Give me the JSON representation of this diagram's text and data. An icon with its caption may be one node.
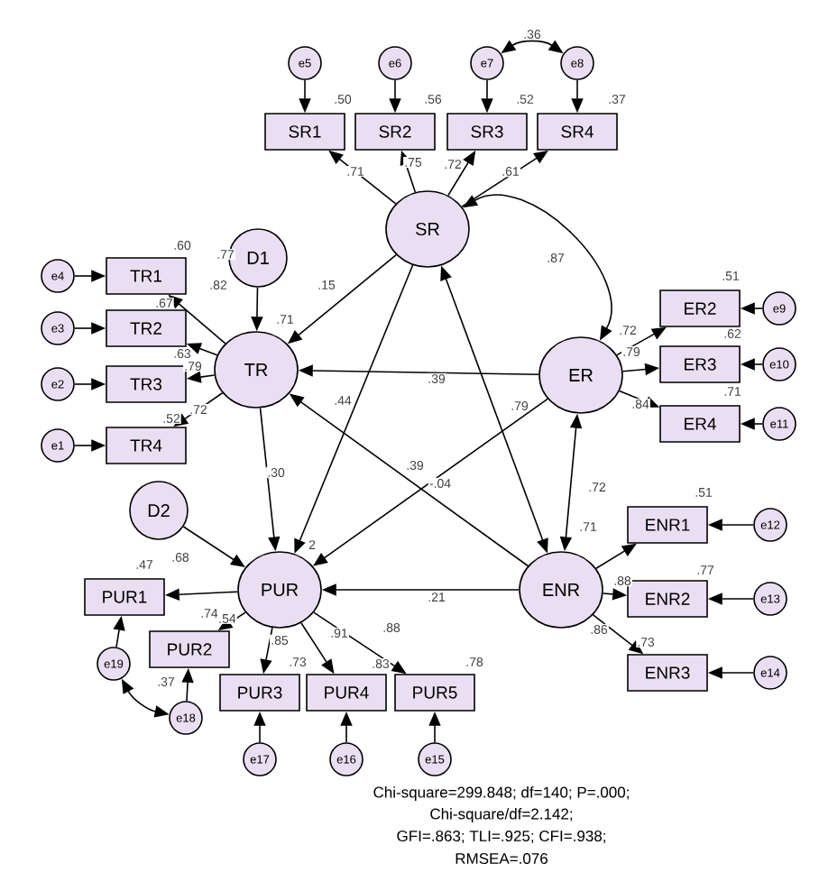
{
  "diagram": {
    "nodes": [
      {
        "text": [
          "e5"
        ]
      },
      {
        "text": [
          "e6"
        ]
      },
      {
        "text": [
          "e7"
        ]
      },
      {
        "text": [
          "e8"
        ]
      },
      {
        "text": [
          "SR1"
        ],
        "beside": [
          ".50"
        ]
      },
      {
        "text": [
          "SR2"
        ],
        "beside": [
          ".56"
        ]
      },
      {
        "text": [
          "SR3"
        ],
        "beside": [
          ".52"
        ]
      },
      {
        "text": [
          "SR4"
        ],
        "beside": [
          ".37"
        ]
      },
      {
        "text": [
          "SR"
        ]
      },
      {
        "text": [
          "D1"
        ]
      },
      {
        "text": [
          "TR1"
        ],
        "beside": [
          ".60"
        ]
      },
      {
        "text": [
          "e4"
        ]
      },
      {
        "text": [
          "TR2"
        ],
        "beside": [
          ".67"
        ]
      },
      {
        "text": [
          "e3"
        ]
      },
      {
        "text": [
          "TR3"
        ],
        "beside": [
          ".63"
        ]
      },
      {
        "text": [
          "e2"
        ]
      },
      {
        "text": [
          "TR4"
        ],
        "beside": [
          ".52"
        ]
      },
      {
        "text": [
          "e1"
        ]
      },
      {
        "text": [
          "TR"
        ],
        "beside": [
          ".71"
        ]
      },
      {
        "text": [
          "ER"
        ]
      },
      {
        "text": [
          "ER2"
        ],
        "beside": [
          ".51"
        ]
      },
      {
        "text": [
          "e9"
        ]
      },
      {
        "text": [
          "ER3"
        ],
        "beside": [
          ".62"
        ]
      },
      {
        "text": [
          "e10"
        ]
      },
      {
        "text": [
          "ER4"
        ],
        "beside": [
          ".71"
        ]
      },
      {
        "text": [
          "e11"
        ]
      },
      {
        "text": [
          "D2"
        ]
      },
      {
        "text": [
          "PUR"
        ],
        "beside": [
          "2"
        ]
      },
      {
        "text": [
          "ENR"
        ]
      },
      {
        "text": [
          "ENR1"
        ],
        "beside": [
          ".51"
        ]
      },
      {
        "text": [
          "e12"
        ]
      },
      {
        "text": [
          "ENR2"
        ],
        "beside": [
          ".77"
        ]
      },
      {
        "text": [
          "e13"
        ]
      },
      {
        "text": [
          "ENR3"
        ],
        "beside": [
          ".73"
        ]
      },
      {
        "text": [
          "e14"
        ]
      },
      {
        "text": [
          "PUR1"
        ],
        "beside": [
          ".47"
        ]
      },
      {
        "text": [
          "PUR2"
        ],
        "beside": [
          ".54"
        ]
      },
      {
        "text": [
          "PUR3"
        ],
        "beside": [
          ".73"
        ]
      },
      {
        "text": [
          "PUR4"
        ],
        "beside": [
          ".83"
        ]
      },
      {
        "text": [
          "PUR5"
        ],
        "beside": [
          ".78"
        ]
      },
      {
        "text": [
          "e19"
        ]
      },
      {
        "text": [
          "e18"
        ]
      },
      {
        "text": [
          "e17"
        ]
      },
      {
        "text": [
          "e16"
        ]
      },
      {
        "text": [
          "e15"
        ]
      }
    ],
    "edges": [
      {
        "from": 0,
        "to": 4,
        "arrow": "to"
      },
      {
        "from": 1,
        "to": 5,
        "arrow": "to"
      },
      {
        "from": 2,
        "to": 6,
        "arrow": "to"
      },
      {
        "from": 3,
        "to": 7,
        "arrow": "to"
      },
      {
        "from": 2,
        "to": 3,
        "arrow": "both",
        "label": ".36"
      },
      {
        "from": 8,
        "to": 4,
        "arrow": "to",
        "label": ".71"
      },
      {
        "from": 8,
        "to": 5,
        "arrow": "to",
        "label": ".75"
      },
      {
        "from": 8,
        "to": 6,
        "arrow": "to",
        "label": ".72"
      },
      {
        "from": 8,
        "to": 7,
        "arrow": "to",
        "label": ".61"
      },
      {
        "from": 8,
        "to": 19,
        "arrow": "both",
        "label": ".87"
      },
      {
        "from": 8,
        "to": 18,
        "arrow": "to",
        "label": ".15"
      },
      {
        "from": 8,
        "to": 27,
        "arrow": "to",
        "label": ".44"
      },
      {
        "from": 8,
        "to": 28,
        "arrow": "both",
        "label": ".79"
      },
      {
        "from": 9,
        "to": 18,
        "arrow": "to"
      },
      {
        "from": 18,
        "to": 10,
        "arrow": "to",
        "label": ".77"
      },
      {
        "from": 18,
        "to": 12,
        "arrow": "to",
        "label": ".82"
      },
      {
        "from": 18,
        "to": 14,
        "arrow": "to",
        "label": ".79"
      },
      {
        "from": 18,
        "to": 16,
        "arrow": "to",
        "label": ".72"
      },
      {
        "from": 11,
        "to": 10,
        "arrow": "to"
      },
      {
        "from": 13,
        "to": 12,
        "arrow": "to"
      },
      {
        "from": 15,
        "to": 14,
        "arrow": "to"
      },
      {
        "from": 17,
        "to": 16,
        "arrow": "to"
      },
      {
        "from": 19,
        "to": 18,
        "arrow": "to",
        "label": ".39"
      },
      {
        "from": 19,
        "to": 20,
        "arrow": "to",
        "label": ".72"
      },
      {
        "from": 19,
        "to": 22,
        "arrow": "to",
        "label": ".79"
      },
      {
        "from": 19,
        "to": 24,
        "arrow": "to",
        "label": ".84"
      },
      {
        "from": 21,
        "to": 20,
        "arrow": "to"
      },
      {
        "from": 23,
        "to": 22,
        "arrow": "to"
      },
      {
        "from": 25,
        "to": 24,
        "arrow": "to"
      },
      {
        "from": 19,
        "to": 28,
        "arrow": "both",
        "label": ".72"
      },
      {
        "from": 19,
        "to": 27,
        "arrow": "to",
        "label": "-.04"
      },
      {
        "from": 28,
        "to": 18,
        "arrow": "to",
        "label": ".39"
      },
      {
        "from": 18,
        "to": 27,
        "arrow": "to",
        "label": ".30"
      },
      {
        "from": 26,
        "to": 27,
        "arrow": "to"
      },
      {
        "from": 28,
        "to": 27,
        "arrow": "to",
        "label": ".21"
      },
      {
        "from": 28,
        "to": 29,
        "arrow": "to",
        "label": ".71"
      },
      {
        "from": 28,
        "to": 31,
        "arrow": "to",
        "label": ".88"
      },
      {
        "from": 28,
        "to": 33,
        "arrow": "to",
        "label": ".86"
      },
      {
        "from": 30,
        "to": 29,
        "arrow": "to"
      },
      {
        "from": 32,
        "to": 31,
        "arrow": "to"
      },
      {
        "from": 34,
        "to": 33,
        "arrow": "to"
      },
      {
        "from": 27,
        "to": 35,
        "arrow": "to",
        "label": ".68"
      },
      {
        "from": 27,
        "to": 36,
        "arrow": "to",
        "label": ".74"
      },
      {
        "from": 27,
        "to": 37,
        "arrow": "to",
        "label": ".85"
      },
      {
        "from": 27,
        "to": 38,
        "arrow": "to",
        "label": ".91"
      },
      {
        "from": 27,
        "to": 39,
        "arrow": "to",
        "label": ".88"
      },
      {
        "from": 40,
        "to": 35,
        "arrow": "to"
      },
      {
        "from": 41,
        "to": 36,
        "arrow": "to"
      },
      {
        "from": 42,
        "to": 37,
        "arrow": "to"
      },
      {
        "from": 43,
        "to": 38,
        "arrow": "to"
      },
      {
        "from": 44,
        "to": 39,
        "arrow": "to"
      },
      {
        "from": 40,
        "to": 41,
        "arrow": "both",
        "label": ".37"
      }
    ],
    "labels": [
      "Chi-square=299.848; df=140; P=.000;",
      "Chi-square/df=2.142;",
      "GFI=.863; TLI=.925; CFI=.938;",
      "RMSEA=.076"
    ]
  }
}
